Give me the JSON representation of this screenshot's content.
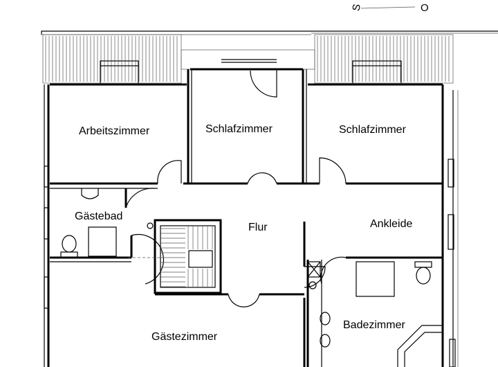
{
  "compass": {
    "south": "S",
    "north": "O"
  },
  "rooms": {
    "arbeitszimmer": "Arbeitszimmer",
    "schlafzimmer_1": "Schlafzimmer",
    "schlafzimmer_2": "Schlafzimmer",
    "gaestebad": "Gästebad",
    "flur": "Flur",
    "ankleide": "Ankleide",
    "gaestezimmer": "Gästezimmer",
    "badezimmer": "Badezimmer"
  }
}
